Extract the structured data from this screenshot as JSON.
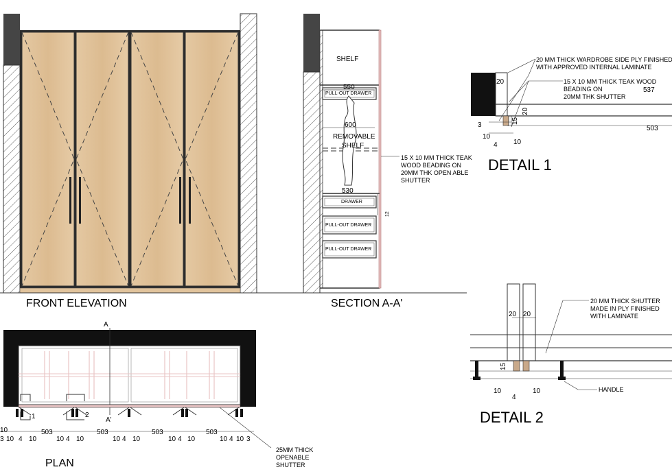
{
  "titles": {
    "front_elevation": "FRONT ELEVATION",
    "section": "SECTION A-A'",
    "plan": "PLAN",
    "detail1": "DETAIL 1",
    "detail2": "DETAIL 2"
  },
  "section_labels": {
    "shelf": "SHELF",
    "pullout_top": "PULL-OUT DRAWER",
    "removable_1": "REMOVABLE",
    "removable_2": "SHELF",
    "drawer": "DRAWER",
    "pullout_2": "PULL-OUT DRAWER",
    "pullout_3": "PULL-OUT DRAWER",
    "dim_550": "550",
    "dim_600": "600",
    "dim_530": "530",
    "dim_12": "12",
    "note_1": "15 X 10 MM THICK TEAK",
    "note_2": "WOOD BEADING ON",
    "note_3": "20MM THK OPEN ABLE",
    "note_4": "SHUTTER"
  },
  "detail1": {
    "note_a1": "20 MM THICK WARDROBE SIDE PLY FINISHED",
    "note_a2": "WITH APPROVED INTERNAL LAMINATE",
    "note_b1": "15 X 10 MM THICK TEAK WOOD",
    "note_b2": "BEADING ON",
    "note_b3": "20MM THK SHUTTER",
    "d20a": "20",
    "d537": "537",
    "d20b": "20",
    "d15": "15",
    "d3": "3",
    "d503": "503",
    "d10a": "10",
    "d4": "4",
    "d10b": "10"
  },
  "detail2": {
    "note_a1": "20 MM THICK SHUTTER",
    "note_a2": "MADE IN PLY FINISHED",
    "note_a3": "WITH LAMINATE",
    "d20a": "20",
    "d20b": "20",
    "d15": "15",
    "d10a": "10",
    "d4": "4",
    "d10b": "10",
    "handle": "HANDLE"
  },
  "plan": {
    "sectionA": "A",
    "sectionA2": "A'",
    "callout1": "1",
    "callout2": "2",
    "note_1": "25MM THICK",
    "note_2": "OPENABLE",
    "note_3": "SHUTTER",
    "dims": [
      "10",
      "3",
      "10",
      "4",
      "10",
      "503",
      "10",
      "4",
      "10",
      "503",
      "10",
      "4",
      "10",
      "503",
      "10",
      "4",
      "10",
      "503",
      "10",
      "4",
      "10",
      "3"
    ]
  },
  "colors": {
    "wood": "#e1c39c",
    "wood_dark": "#d4ae80",
    "wall_dark": "#454545",
    "black": "#111111",
    "pink": "#e8c4c4",
    "beading": "#c9a98a"
  }
}
